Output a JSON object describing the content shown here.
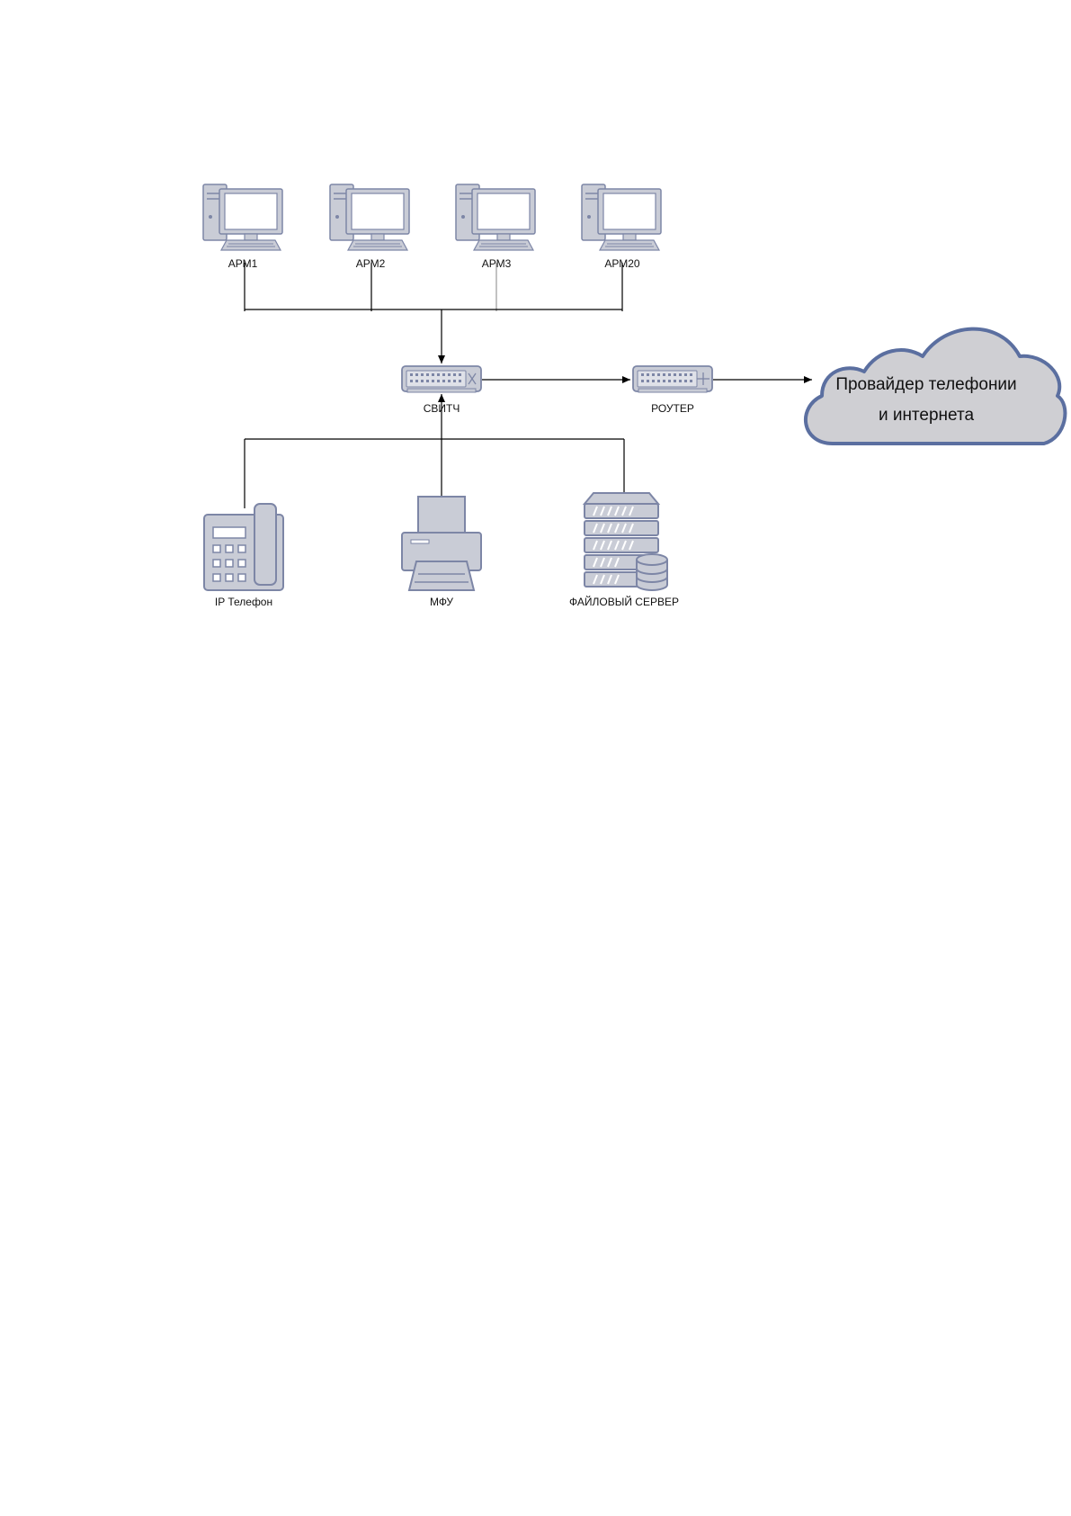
{
  "nodes": {
    "arm1": "АРМ1",
    "arm2": "АРМ2",
    "arm3": "АРМ3",
    "arm20": "АРМ20",
    "switch": "СВИТЧ",
    "router": "РОУТЕР",
    "ip_phone": "IP Телефон",
    "mfu": "МФУ",
    "file_server": "ФАЙЛОВЫЙ СЕРВЕР"
  },
  "cloud": {
    "line1": "Провайдер телефонии",
    "line2": "и интернета"
  },
  "colors": {
    "device_fill": "#c9ccd6",
    "device_outline": "#5b6fa0",
    "screen": "#ffffff",
    "cloud_fill": "#cfcfd3",
    "cloud_outline": "#5b6fa0",
    "wire": "#000000"
  },
  "icons": [
    "desktop-computer-icon",
    "switch-icon",
    "router-icon",
    "ip-phone-icon",
    "printer-icon",
    "file-server-icon",
    "cloud-icon"
  ]
}
